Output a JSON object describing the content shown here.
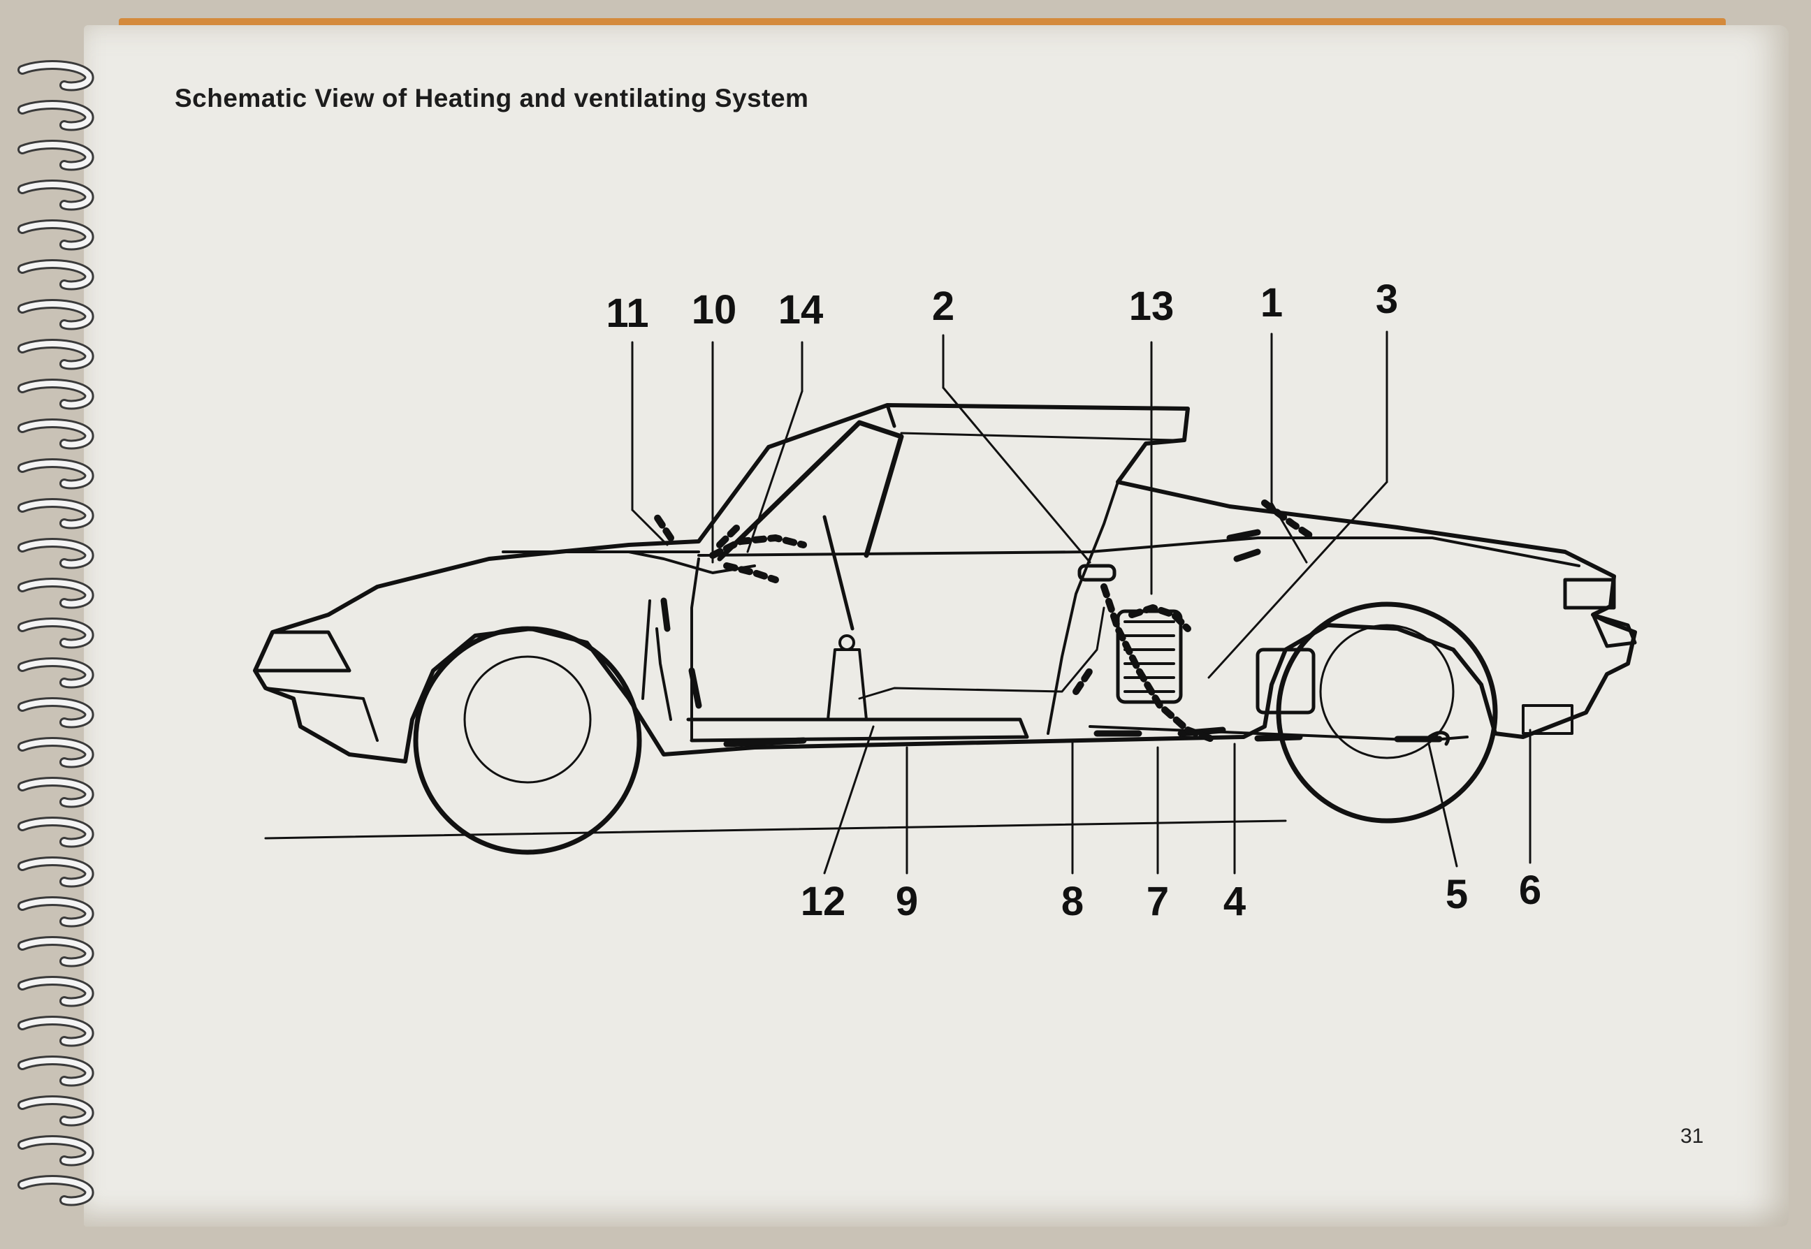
{
  "title": "Schematic View of Heating and ventilating System",
  "page_number": "31",
  "callouts": {
    "c1": "1",
    "c2": "2",
    "c3": "3",
    "c4": "4",
    "c5": "5",
    "c6": "6",
    "c7": "7",
    "c8": "8",
    "c9": "9",
    "c10": "10",
    "c11": "11",
    "c12": "12",
    "c13": "13",
    "c14": "14"
  },
  "colors": {
    "ink": "#111111",
    "paper": "#ecebe6",
    "binding": "#f4f4f4"
  }
}
